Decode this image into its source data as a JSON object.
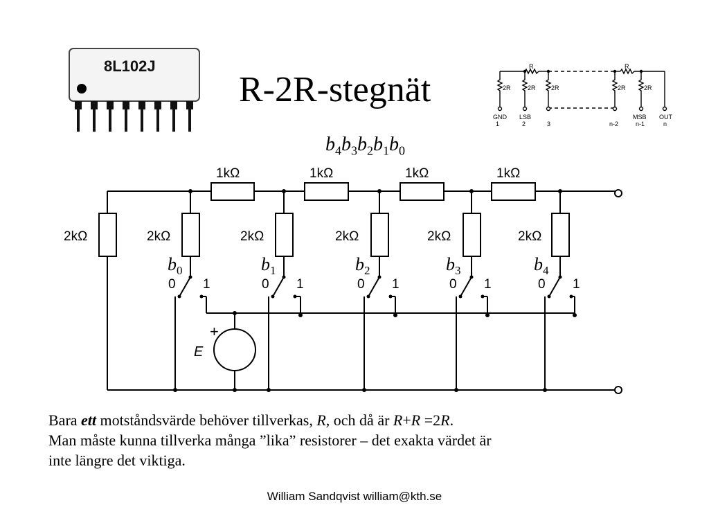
{
  "title": "R-2R-stegnät",
  "chip": {
    "marking": "8L102J"
  },
  "bit_word": [
    "b",
    "4",
    "b",
    "3",
    "b",
    "2",
    "b",
    "1",
    "b",
    "0"
  ],
  "series_resistors": [
    "1kΩ",
    "1kΩ",
    "1kΩ",
    "1kΩ"
  ],
  "terminating_resistor": "2kΩ",
  "branch_resistors": [
    "2kΩ",
    "2kΩ",
    "2kΩ",
    "2kΩ",
    "2kΩ"
  ],
  "switches": [
    {
      "bit": "b",
      "index": "0",
      "pos0": "0",
      "pos1": "1"
    },
    {
      "bit": "b",
      "index": "1",
      "pos0": "0",
      "pos1": "1"
    },
    {
      "bit": "b",
      "index": "2",
      "pos0": "0",
      "pos1": "1"
    },
    {
      "bit": "b",
      "index": "3",
      "pos0": "0",
      "pos1": "1"
    },
    {
      "bit": "b",
      "index": "4",
      "pos0": "0",
      "pos1": "1"
    }
  ],
  "source": {
    "label": "E",
    "polarity": "+"
  },
  "schematic": {
    "r_label_left": "R",
    "r_label_right": "R",
    "resistor_labels": [
      "2R",
      "2R",
      "2R",
      "2R",
      "2R"
    ],
    "pins": [
      {
        "name": "GND",
        "number": "1"
      },
      {
        "name": "LSB",
        "number": "2"
      },
      {
        "name": "",
        "number": "3"
      },
      {
        "name": "",
        "number": "n-2"
      },
      {
        "name": "MSB",
        "number": "n-1"
      },
      {
        "name": "OUT",
        "number": "n"
      }
    ]
  },
  "caption": {
    "line1": {
      "t1": "Bara ",
      "t2": "ett",
      "t3": " motståndsvärde behöver tillverkas, ",
      "t4": "R,",
      "t5": " och då är  ",
      "t6": "R",
      "t7": "+",
      "t8": "R",
      "t9": " =2",
      "t10": "R",
      "t11": "."
    },
    "line2": "Man måste kunna tillverka många ”lika” resistorer – det exakta värdet är",
    "line3": "inte längre det viktiga."
  },
  "footer": "William Sandqvist  william@kth.se"
}
